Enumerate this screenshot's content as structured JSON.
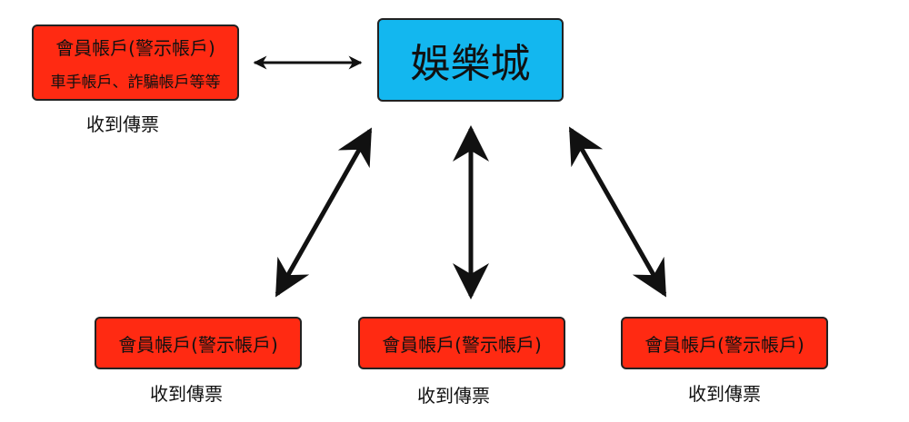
{
  "center": {
    "text": "娛樂城"
  },
  "top_left": {
    "line1": "會員帳戶(警示帳戶)",
    "line2": "車手帳戶、詐騙帳戶等等",
    "caption": "收到傳票"
  },
  "bottom": [
    {
      "text": "會員帳戶(警示帳戶)",
      "caption": "收到傳票"
    },
    {
      "text": "會員帳戶(警示帳戶)",
      "caption": "收到傳票"
    },
    {
      "text": "會員帳戶(警示帳戶)",
      "caption": "收到傳票"
    }
  ],
  "colors": {
    "node_red": "#ff2a12",
    "node_cyan": "#13b7ef",
    "arrow": "#111111"
  }
}
